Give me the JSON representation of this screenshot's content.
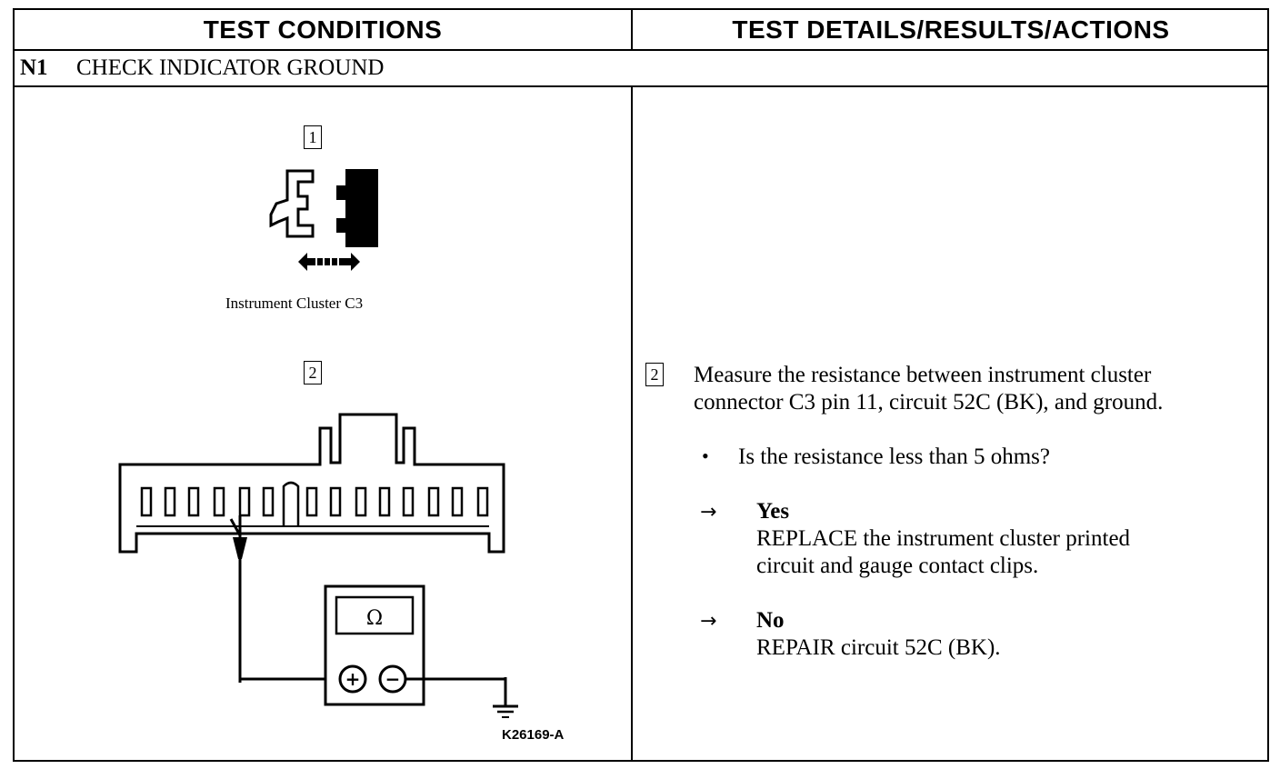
{
  "header": {
    "left_title": "TEST CONDITIONS",
    "right_title": "TEST DETAILS/RESULTS/ACTIONS"
  },
  "step": {
    "id": "N1",
    "title": "CHECK INDICATOR GROUND"
  },
  "conditions": {
    "fig1_number": "1",
    "fig1_caption": "Instrument Cluster C3",
    "fig2_number": "2",
    "meter_symbol": "Ω",
    "plus_symbol": "+",
    "minus_symbol": "−",
    "figure_ref": "K26169-A"
  },
  "details": {
    "step_number": "2",
    "instruction_line1": "Measure the resistance between instrument cluster",
    "instruction_line2": "connector C3 pin 11, circuit 52C (BK), and ground.",
    "question": "Is the resistance less than 5 ohms?",
    "yes_label": "Yes",
    "yes_action_line1": "REPLACE the instrument cluster printed",
    "yes_action_line2": "circuit and gauge contact clips.",
    "no_label": "No",
    "no_action": "REPAIR circuit 52C (BK).",
    "bullet_icon": "bullet-dot",
    "arrow_icon": "right-arrow"
  }
}
